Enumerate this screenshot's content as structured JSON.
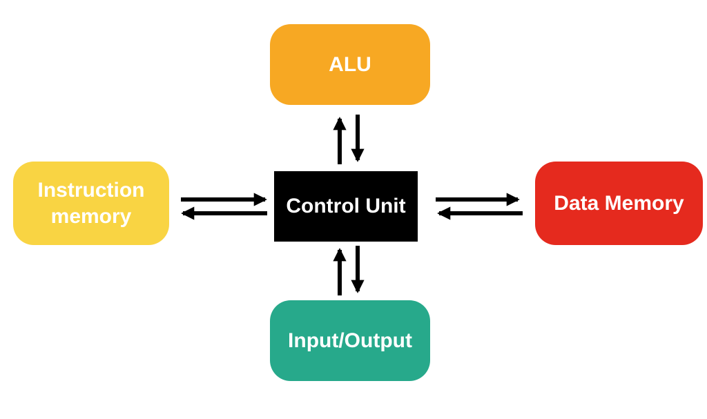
{
  "diagram": {
    "type": "block-diagram",
    "nodes": {
      "alu": {
        "label": "ALU",
        "color": "#F7A823"
      },
      "instruction_memory": {
        "label": "Instruction memory",
        "color": "#F9D443"
      },
      "control_unit": {
        "label": "Control Unit",
        "color": "#000000"
      },
      "data_memory": {
        "label": "Data Memory",
        "color": "#E52A1E"
      },
      "input_output": {
        "label": "Input/Output",
        "color": "#27A98B"
      }
    },
    "edges": [
      {
        "from": "control_unit",
        "to": "alu",
        "bidirectional": true
      },
      {
        "from": "control_unit",
        "to": "instruction_memory",
        "bidirectional": true
      },
      {
        "from": "control_unit",
        "to": "data_memory",
        "bidirectional": true
      },
      {
        "from": "control_unit",
        "to": "input_output",
        "bidirectional": true
      }
    ]
  },
  "colors": {
    "arrow": "#000000",
    "label_text": "#ffffff",
    "canvas_bg": "#ffffff"
  }
}
